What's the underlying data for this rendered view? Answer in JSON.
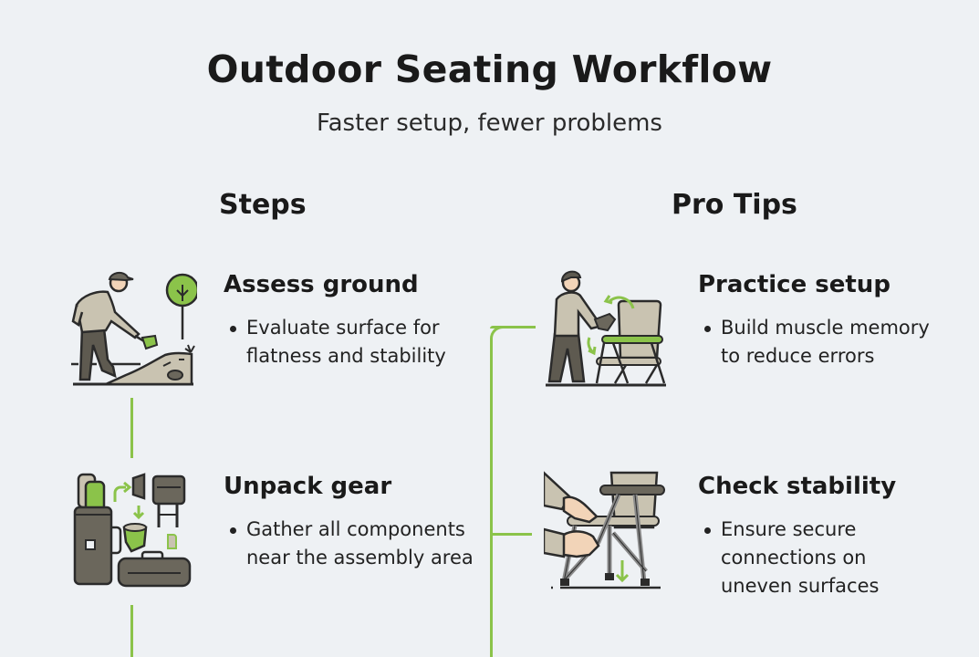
{
  "header": {
    "title": "Outdoor Seating Workflow",
    "subtitle": "Faster setup, fewer problems"
  },
  "columns": {
    "steps": {
      "heading": "Steps",
      "items": [
        {
          "title": "Assess ground",
          "bullet": "Evaluate surface for flatness and stability",
          "icon": "person-inspecting-ground-icon"
        },
        {
          "title": "Unpack gear",
          "bullet": "Gather all components near the assembly area",
          "icon": "unpacking-gear-bag-icon"
        }
      ]
    },
    "pro_tips": {
      "heading": "Pro Tips",
      "items": [
        {
          "title": "Practice setup",
          "bullet": "Build muscle memory to reduce errors",
          "icon": "person-unfolding-chair-icon"
        },
        {
          "title": "Check stability",
          "bullet": "Ensure secure connections on uneven surfaces",
          "icon": "hands-checking-chair-legs-icon"
        }
      ]
    }
  },
  "colors": {
    "background": "#eef1f4",
    "accent_green": "#8bc34a",
    "icon_khaki": "#c9c3b1",
    "icon_dark": "#6b675c",
    "text": "#1a1a1a"
  }
}
